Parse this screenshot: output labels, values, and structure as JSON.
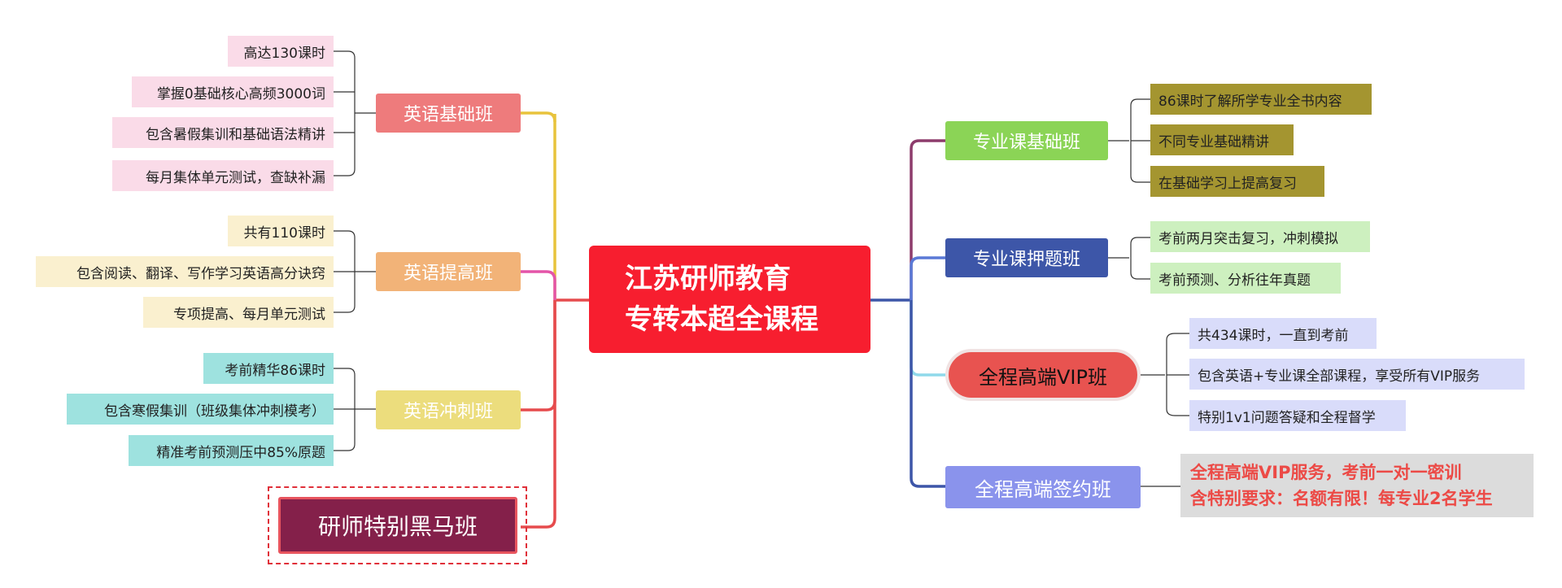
{
  "root": {
    "line1": "江苏研师教育",
    "line2": "专转本超全课程"
  },
  "left_branches": [
    {
      "label": "英语基础班",
      "items": [
        "高达130课时",
        "掌握0基础核心高频3000词",
        "包含暑假集训和基础语法精讲",
        "每月集体单元测试，查缺补漏"
      ]
    },
    {
      "label": "英语提高班",
      "items": [
        "共有110课时",
        "包含阅读、翻译、写作学习英语高分诀窍",
        "专项提高、每月单元测试"
      ]
    },
    {
      "label": "英语冲刺班",
      "items": [
        "考前精华86课时",
        "包含寒假集训（班级集体冲刺模考）",
        "精准考前预测压中85%原题"
      ]
    },
    {
      "label": "研师特别黑马班"
    }
  ],
  "right_branches": [
    {
      "label": "专业课基础班",
      "items": [
        "86课时了解所学专业全书内容",
        "不同专业基础精讲",
        "在基础学习上提高复习"
      ]
    },
    {
      "label": "专业课押题班",
      "items": [
        "考前两月突击复习，冲刺模拟",
        "考前预测、分析往年真题"
      ]
    },
    {
      "label": "全程高端VIP班",
      "items": [
        "共434课时，一直到考前",
        "包含英语+专业课全部课程，享受所有VIP服务",
        "特别1v1问题答疑和全程督学"
      ]
    },
    {
      "label": "全程高端签约班",
      "callout": [
        "全程高端VIP服务，考前一对一密训",
        "含特别要求：名额有限！每专业2名学生"
      ]
    }
  ],
  "colors": {
    "root": "#f71e2f",
    "english_basic": "#ee7b7c",
    "english_improve": "#f2b378",
    "english_sprint": "#ecdd7d",
    "dark_horse": "#84204a",
    "major_basic": "#8bd456",
    "major_predict": "#3d56a8",
    "vip": "#e85350",
    "signed": "#8a93ec",
    "leaf_basic": "#fadbe8",
    "leaf_improve": "#faf0cf",
    "leaf_sprint": "#9ee2df",
    "leaf_major": "#a49530",
    "leaf_predict": "#cdf0bf",
    "leaf_vip": "#d9dcfa",
    "callout_bg": "#dcdcdc",
    "callout_text": "#ec4a46"
  }
}
